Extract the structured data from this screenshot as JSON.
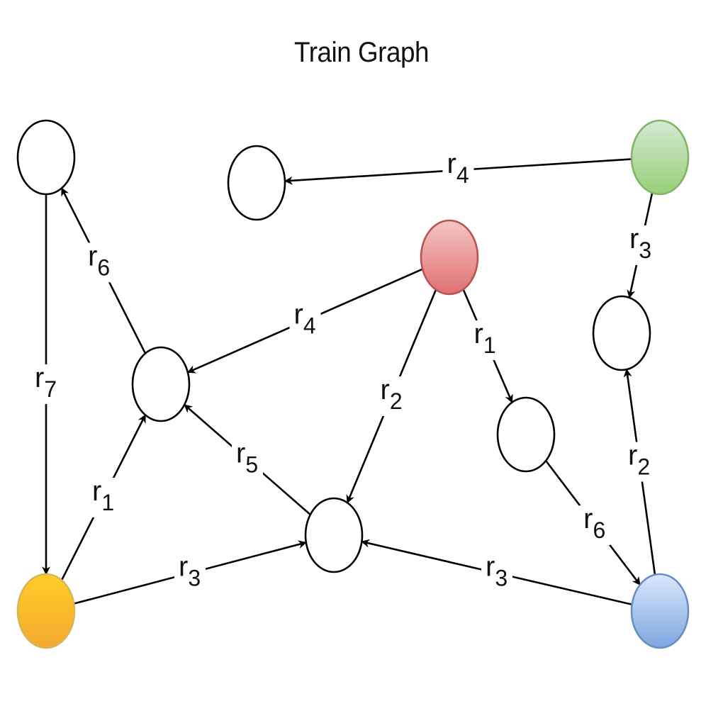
{
  "title": "Train Graph",
  "colors": {
    "default_fill": "#ffffff",
    "default_stroke": "#000000",
    "green": {
      "top": "#d5e8d4",
      "bottom": "#97d077",
      "stroke": "#82b366"
    },
    "red": {
      "top": "#f4c6c6",
      "bottom": "#e07070",
      "stroke": "#b85450"
    },
    "orange": {
      "top": "#ffcd28",
      "bottom": "#f4a830",
      "stroke": "#d6b656"
    },
    "blue": {
      "top": "#dae8fc",
      "bottom": "#7ea6e0",
      "stroke": "#6c8ebf"
    }
  },
  "nodes": [
    {
      "id": "a",
      "color": "default"
    },
    {
      "id": "b",
      "color": "default"
    },
    {
      "id": "green",
      "color": "green"
    },
    {
      "id": "red",
      "color": "red"
    },
    {
      "id": "c",
      "color": "default"
    },
    {
      "id": "d",
      "color": "default"
    },
    {
      "id": "e",
      "color": "default"
    },
    {
      "id": "f",
      "color": "default"
    },
    {
      "id": "orange",
      "color": "orange"
    },
    {
      "id": "blue",
      "color": "blue"
    }
  ],
  "edges": [
    {
      "from": "green",
      "to": "b",
      "rel": "r",
      "sub": "4"
    },
    {
      "from": "green",
      "to": "c",
      "rel": "r",
      "sub": "3"
    },
    {
      "from": "red",
      "to": "d",
      "rel": "r",
      "sub": "4"
    },
    {
      "from": "red",
      "to": "f",
      "rel": "r",
      "sub": "2"
    },
    {
      "from": "red",
      "to": "e",
      "rel": "r",
      "sub": "1"
    },
    {
      "from": "d",
      "to": "a",
      "rel": "r",
      "sub": "6"
    },
    {
      "from": "a",
      "to": "orange",
      "rel": "r",
      "sub": "7"
    },
    {
      "from": "orange",
      "to": "d",
      "rel": "r",
      "sub": "1"
    },
    {
      "from": "f",
      "to": "d",
      "rel": "r",
      "sub": "5"
    },
    {
      "from": "orange",
      "to": "f",
      "rel": "r",
      "sub": "3"
    },
    {
      "from": "blue",
      "to": "f",
      "rel": "r",
      "sub": "3"
    },
    {
      "from": "e",
      "to": "blue",
      "rel": "r",
      "sub": "6"
    },
    {
      "from": "blue",
      "to": "c",
      "rel": "r",
      "sub": "2"
    }
  ]
}
